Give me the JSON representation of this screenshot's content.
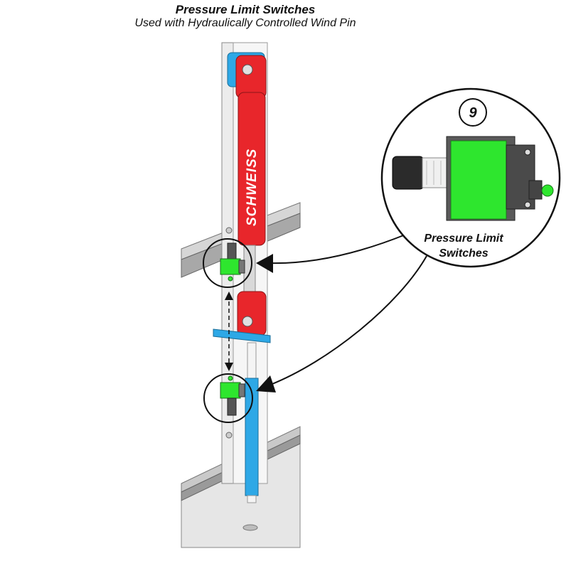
{
  "header": {
    "title": "Pressure Limit Switches",
    "subtitle": "Used with Hydraulically Controlled Wind Pin"
  },
  "cylinder": {
    "brand": "SCHWEISS"
  },
  "callout": {
    "number": "9",
    "label_line1": "Pressure Limit",
    "label_line2": "Switches"
  },
  "colors": {
    "cylinder_red": "#e8262b",
    "wind_pin_blue": "#2ea8e6",
    "switch_green": "#2ee62e",
    "steel_gray": "#b4b4b4"
  }
}
